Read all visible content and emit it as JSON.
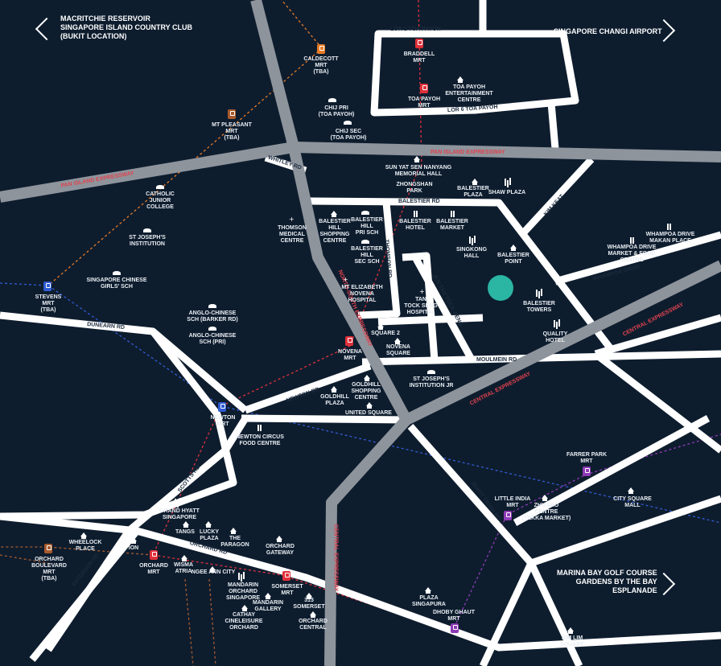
{
  "colors": {
    "background": "#0e1d2e",
    "road": "#ffffff",
    "expressway": "#8e949c",
    "site": "#2bb5a3",
    "mrt_red": "#e0303a",
    "mrt_blue": "#2f5bd3",
    "mrt_purple": "#8e3ab6",
    "mrt_brown": "#a85a2c",
    "mrt_orange": "#e67a25"
  },
  "nav": {
    "left": {
      "text": "MACRITCHIE RESERVOIR\nSINGAPORE ISLAND COUNTRY CLUB\n(BUKIT LOCATION)",
      "icon": "chevron-left-icon"
    },
    "right_top": {
      "text": "SINGAPORE CHANGI AIRPORT",
      "icon": "chevron-right-icon"
    },
    "right_bottom": {
      "text": "MARINA BAY GOLF COURSE\nGARDENS BY THE BAY\nESPLANADE",
      "icon": "chevron-right-icon"
    }
  },
  "roads": {
    "lor1": "LOR 1 TOA PAYOH",
    "lor6": "LOR 6 TOA PAYOH",
    "whitley": "WHITLEY RD",
    "balestier": "BALESTIER RD",
    "kimkeat": "KIM KEAT",
    "whampoa": "WHAMPOA DRIVE",
    "thomson": "THOMSON RD",
    "jalan": "JLN TAN TOCK SENG",
    "dunearn": "DUNEARN RD",
    "moulmein": "MOULMEIN RD",
    "newton": "NEWTON RD",
    "scotts": "SCOTTS RD",
    "orchard": "ORCHARD RD",
    "paterson": "PATERSON RD",
    "bukittimah": "BUKIT TIMAH RD"
  },
  "expressways": {
    "pie_right": "PAN ISLAND EXPRESSWAY",
    "pie_left": "PAN ISLAND EXPRESSWAY",
    "nse": "NORTH-SOUTH EXPRESSWAY",
    "cte_right": "CENTRAL EXPRESSWAY",
    "cte_mid": "CENTRAL EXPRESSWAY",
    "cte_down": "CENTRAL EXPRESSWAY"
  },
  "mrt": {
    "caldecott": "CALDECOTT\nMRT\n(TBA)",
    "mtpleasant": "MT PLEASANT\nMRT\n(TBA)",
    "braddell": "BRADDELL\nMRT",
    "toapayoh": "TOA PAYOH\nMRT",
    "stevens": "STEVENS\nMRT\n(TBA)",
    "novena": "NOVENA\nMRT",
    "newton": "NEWTON\nMRT",
    "farrerpark": "FARRER PARK\nMRT",
    "littleindia": "LITTLE INDIA\nMRT",
    "orchardblvd": "ORCHARD\nBOULEVARD\nMRT\n(TBA)",
    "orchard": "ORCHARD\nMRT",
    "somerset": "SOMERSET\nMRT",
    "dhobyghaut": "DHOBY GHAUT\nMRT"
  },
  "places": {
    "chijprimary": "CHIJ PRI\n(TOA PAYOH)",
    "chijsec": "CHIJ SEC\n(TOA PAYOH)",
    "toapayohcentre": "TOA PAYOH\nENTERTAINMENT\nCENTRE",
    "sunyatsen": "SUN YAT SEN NANYANG\nMEMORIAL HALL",
    "zhongshan": "ZHONGSHAN\nPARK",
    "balestierplaza": "BALESTIER\nPLAZA",
    "shawplaza": "SHAW PLAZA",
    "catholicjc": "CATHOLIC\nJUNIOR COLLEGE",
    "stjosephs": "ST JOSEPH'S\nINSTITUTION",
    "thomsonmedical": "THOMSON\nMEDICAL\nCENTRE",
    "balestiershopping": "BALESTIER\nHILL\nSHOPPING\nCENTRE",
    "balestierpri": "BALESTIER\nHILL\nPRI SCH",
    "balestiersec": "BALESTIER\nHILL\nSEC SCH",
    "balestierhotel": "BALESTIER\nHOTEL",
    "balestiermarket": "BALESTIER\nMARKET",
    "singkong": "SINGKONG\nHALL",
    "balestierpoint": "BALESTIER\nPOINT",
    "whampoamarket": "WHAMPOA DRIVE\nMAKAN PLACE",
    "whampoafood": "WHAMPOA DRIVE\nMARKET & FOOD\nCENTRE",
    "sgchinese": "SINGAPORE CHINESE\nGIRLS' SCH",
    "mtelizabeth": "MT ELIZABETH\nNOVENA\nHOSPITAL",
    "ttsh": "TAN\nTOCK SENG\nHOSPITAL",
    "balestiertowers": "BALESTIER\nTOWERS",
    "quality": "QUALITY\nHOTEL",
    "acsbarker": "ANGLO-CHINESE\nSCH (BARKER RD)",
    "acspri": "ANGLO-CHINESE\nSCH (PRI)",
    "square2": "SQUARE 2",
    "novenasquare": "NOVENA\nSQUARE",
    "sjijunior": "ST JOSEPH'S\nINSTITUTION JR",
    "goldhillcentre": "GOLDHILL\nSHOPPING\nCENTRE",
    "goldhillplaza": "GOLDHILL\nPLAZA",
    "unitedsquare": "UNITED SQUARE",
    "newtonfood": "NEWTON CIRCUS\nFOOD CENTRE",
    "grandhyatt": "GRAND HYATT\nSINGAPORE",
    "tangs": "TANGS",
    "luckyplaza": "LUCKY\nPLAZA",
    "paragon": "THE\nPARAGON",
    "orchardgateway": "ORCHARD\nGATEWAY",
    "wheelock": "WHEELOCK\nPLACE",
    "ion": "ION",
    "wismaatria": "WISMA\nATRIA",
    "ngeeann": "NGEE ANN CITY",
    "mandarin": "MANDARIN\nORCHARD\nSINGAPORE",
    "mandaringallery": "MANDARIN\nGALLERY",
    "cathay": "CATHAY\nCINELEISURE\nORCHARD",
    "313": "313\nSOMERSET",
    "orchardcentral": "ORCHARD\nCENTRAL",
    "plazasing": "PLAZA\nSINGAPURA",
    "zhujiao": "ZHUJIAO\nCENTRE\n(TEKKA MARKET)",
    "citysquare": "CITY SQUARE\nMALL",
    "simlim": "SIM LIM\nSQUARE"
  }
}
